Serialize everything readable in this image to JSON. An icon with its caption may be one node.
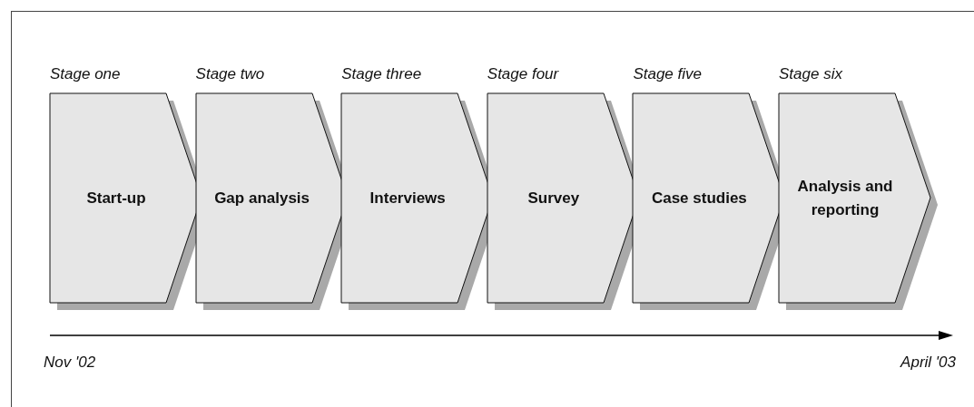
{
  "diagram": {
    "nodes": [
      {
        "text": [
          "Stage one",
          "Start-up"
        ]
      },
      {
        "text": [
          "Stage two",
          "Gap analysis"
        ]
      },
      {
        "text": [
          "Stage three",
          "Interviews"
        ]
      },
      {
        "text": [
          "Stage four",
          "Survey"
        ]
      },
      {
        "text": [
          "Stage five",
          "Case studies"
        ]
      },
      {
        "text": [
          "Stage six",
          "Analysis and reporting"
        ]
      }
    ],
    "labels": [
      "Nov '02",
      "April '03"
    ]
  }
}
